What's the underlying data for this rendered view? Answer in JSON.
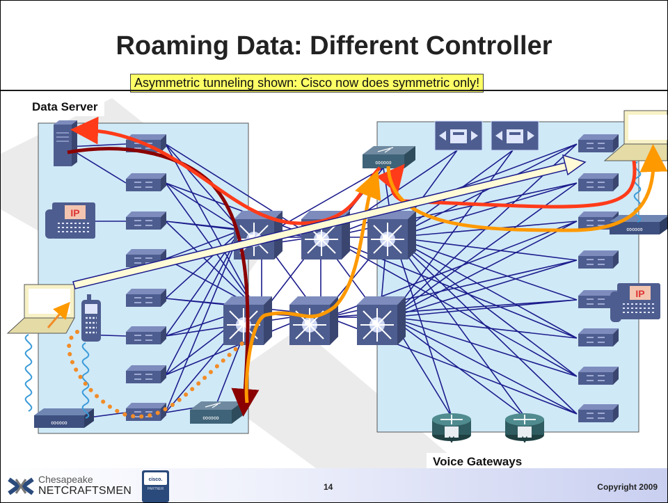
{
  "slide": {
    "title": "Roaming Data: Different Controller",
    "subtitle": "Asymmetric tunneling shown: Cisco now does symmetric only!",
    "page_number": "14",
    "copyright": "Copyright 2009"
  },
  "labels": {
    "data_server": "Data Server",
    "voice_gateways": "Voice Gateways"
  },
  "device_text": {
    "ip_phone": "IP",
    "voice_gateway": "V"
  },
  "footer": {
    "company_line1": "Chesapeake",
    "company_line2": "NETCRAFTSMEN",
    "partner_brand": "cisco.",
    "partner_text": "PARTNER"
  },
  "colors": {
    "site_fill": "#cfe9f7",
    "link": "#1c1c8c",
    "device": "#4e5d8f",
    "data_path_out": "#8b0000",
    "data_path_return": "#ff3b1a",
    "tunnel": "#ff9900",
    "wlan_dotted": "#f28c28",
    "roaming_arrow": "#fffbd6",
    "subtitle_bg": "#ffff66",
    "footer_accent": "#c9cff0"
  }
}
